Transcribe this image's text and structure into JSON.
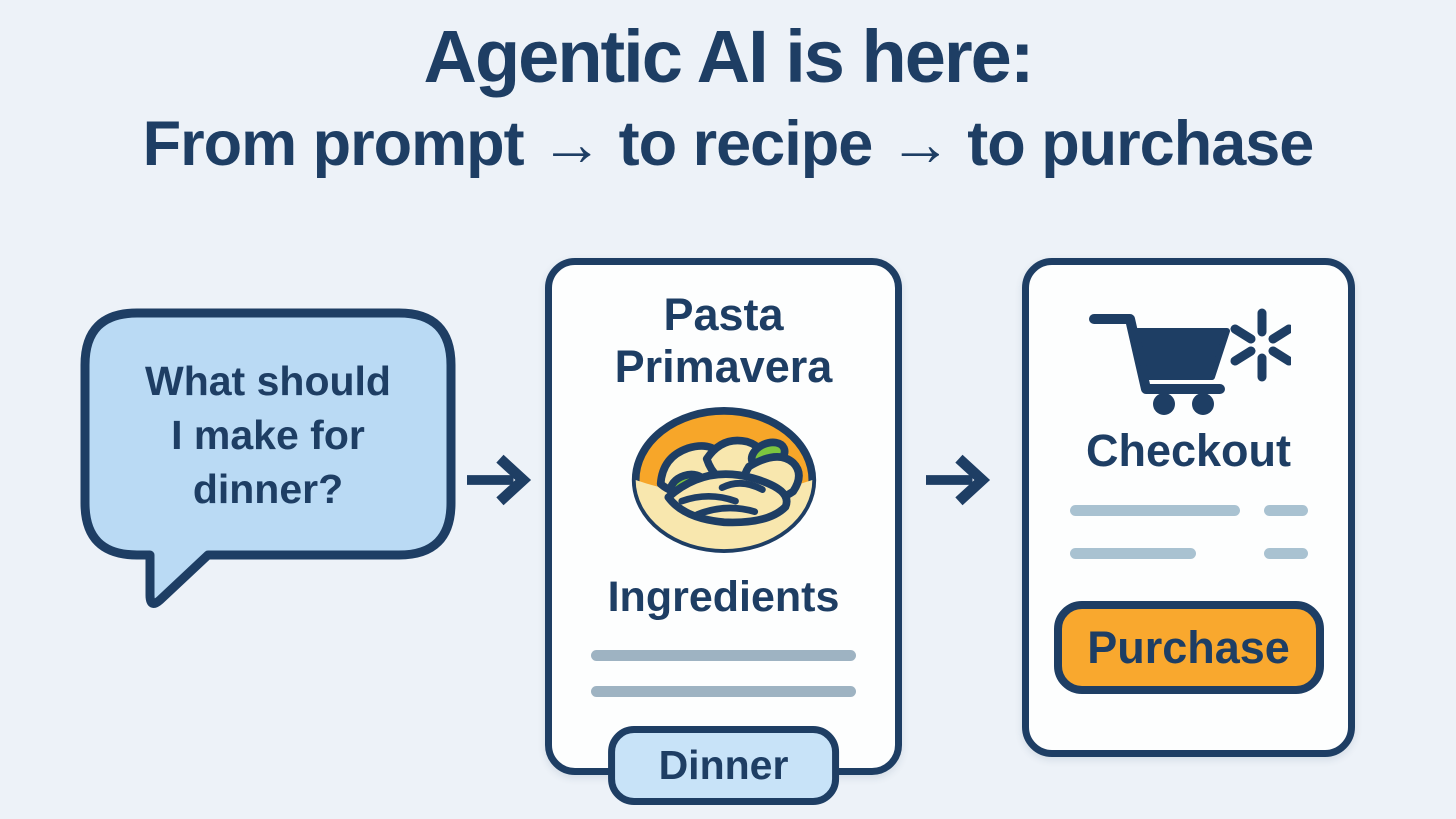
{
  "header": {
    "title": "Agentic AI is here:",
    "subtitle": "From prompt → to recipe → to purchase"
  },
  "prompt_bubble": {
    "text": "What should\nI make for\ndinner?"
  },
  "flow": {
    "arrows": [
      "prompt-to-recipe",
      "recipe-to-checkout"
    ]
  },
  "recipe_card": {
    "title": "Pasta\nPrimavera",
    "icon": "pasta-bowl",
    "section_label": "Ingredients",
    "placeholder_lines": 2,
    "badge": "Dinner"
  },
  "checkout_card": {
    "icons": [
      "shopping-cart",
      "walmart-spark"
    ],
    "title": "Checkout",
    "placeholder_rows": 2,
    "button_label": "Purchase"
  },
  "colors": {
    "background": "#EDF2F8",
    "navy": "#1E3E64",
    "bubble_fill": "#BADAF4",
    "card_fill": "#FDFEFE",
    "badge_fill": "#C8E3F8",
    "purchase_orange": "#F9A82E",
    "line_gray": "#9EB3C2",
    "line_gray_light": "#A9C2D1",
    "bowl_orange": "#F7A629",
    "bowl_cream": "#F8E7AE",
    "veg_green": "#7CC63F"
  }
}
